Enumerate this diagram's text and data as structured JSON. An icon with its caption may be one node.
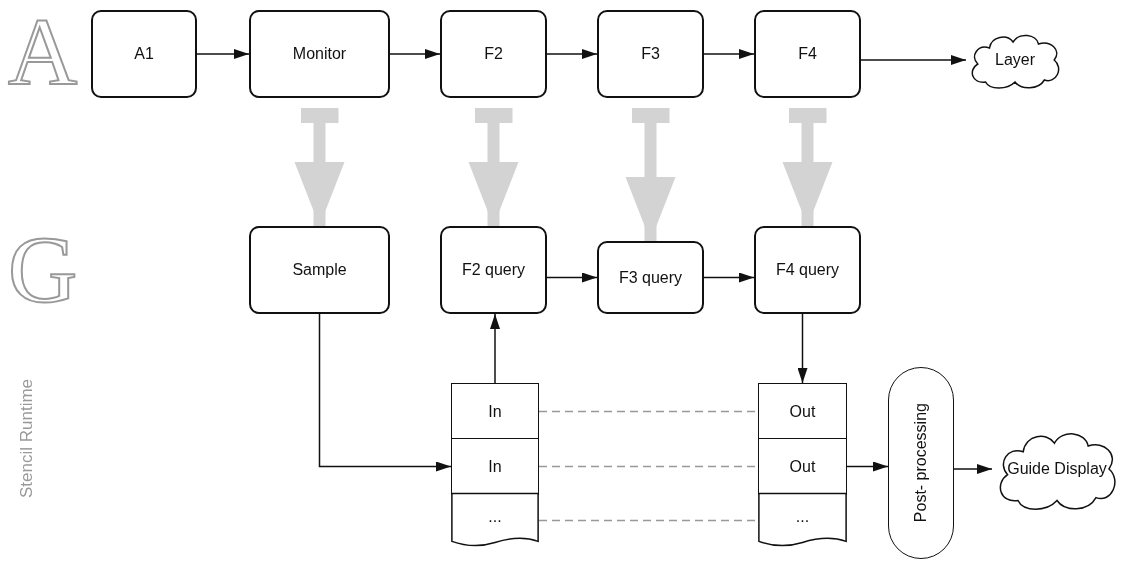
{
  "diagram": {
    "nodes": [
      {
        "text": [
          "A1"
        ]
      },
      {
        "text": [
          "Monitor"
        ]
      },
      {
        "text": [
          "F2"
        ]
      },
      {
        "text": [
          "F3"
        ]
      },
      {
        "text": [
          "F4"
        ]
      },
      {
        "text": [
          "Layer"
        ]
      },
      {
        "text": [
          "Sample"
        ]
      },
      {
        "text": [
          "F2 query"
        ]
      },
      {
        "text": [
          "F3 query"
        ]
      },
      {
        "text": [
          "F4 query"
        ]
      },
      {
        "text": [
          "In"
        ]
      },
      {
        "text": [
          "In"
        ]
      },
      {
        "text": [
          "..."
        ]
      },
      {
        "text": [
          "Out"
        ]
      },
      {
        "text": [
          "Out"
        ]
      },
      {
        "text": [
          "..."
        ]
      },
      {
        "text": [
          "Post- processing"
        ]
      },
      {
        "text": [
          "Guide Display"
        ]
      }
    ],
    "edges": [
      {
        "from": 0,
        "to": 1,
        "arrow": "to"
      },
      {
        "from": 1,
        "to": 2,
        "arrow": "to"
      },
      {
        "from": 2,
        "to": 3,
        "arrow": "to"
      },
      {
        "from": 3,
        "to": 4,
        "arrow": "to"
      },
      {
        "from": 4,
        "to": 5,
        "arrow": "to"
      },
      {
        "from": 1,
        "to": 6,
        "arrow": "to",
        "style": "thick",
        "color": "#d3d3d3"
      },
      {
        "from": 2,
        "to": 7,
        "arrow": "to",
        "style": "thick",
        "color": "#d3d3d3"
      },
      {
        "from": 3,
        "to": 8,
        "arrow": "to",
        "style": "thick",
        "color": "#d3d3d3"
      },
      {
        "from": 4,
        "to": 9,
        "arrow": "to",
        "style": "thick",
        "color": "#d3d3d3"
      },
      {
        "from": 7,
        "to": 8,
        "arrow": "to"
      },
      {
        "from": 8,
        "to": 9,
        "arrow": "to"
      },
      {
        "from": 6,
        "to": 11,
        "arrow": "to"
      },
      {
        "from": 10,
        "to": 7,
        "arrow": "to"
      },
      {
        "from": 9,
        "to": 13,
        "arrow": "to"
      },
      {
        "from": 10,
        "to": 13,
        "arrow": "none",
        "style": "dashed",
        "color": "#999999"
      },
      {
        "from": 11,
        "to": 14,
        "arrow": "none",
        "style": "dashed",
        "color": "#999999"
      },
      {
        "from": 12,
        "to": 15,
        "arrow": "none",
        "style": "dashed",
        "color": "#999999"
      },
      {
        "from": 14,
        "to": 16,
        "arrow": "to"
      },
      {
        "from": 16,
        "to": 17,
        "arrow": "to"
      }
    ],
    "labels": [
      "A",
      "G",
      "Stencil Runtime"
    ]
  }
}
